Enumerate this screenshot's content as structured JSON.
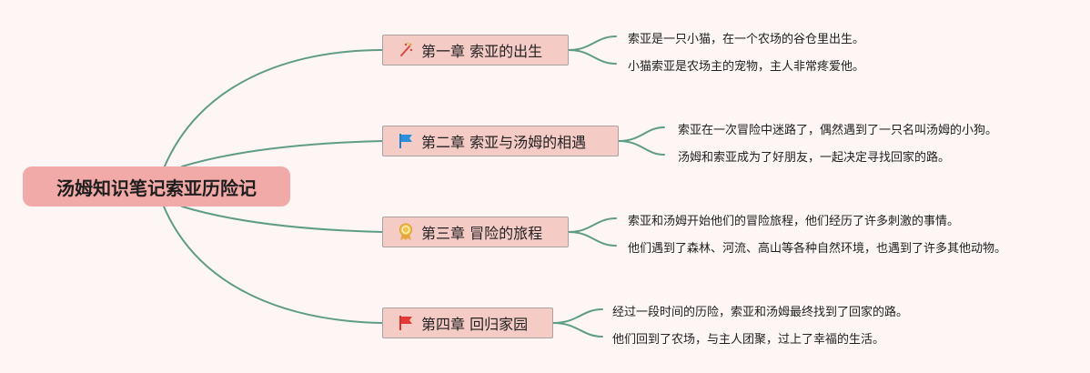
{
  "root": {
    "label": "汤姆知识笔记索亚历险记"
  },
  "chapters": [
    {
      "label": "第一章 索亚的出生",
      "icon": "sparkle-icon",
      "notes": [
        "索亚是一只小猫，在一个农场的谷仓里出生。",
        "小猫索亚是农场主的宠物，主人非常疼爱他。"
      ]
    },
    {
      "label": "第二章 索亚与汤姆的相遇",
      "icon": "blue-flag-icon",
      "notes": [
        "索亚在一次冒险中迷路了，偶然遇到了一只名叫汤姆的小狗。",
        "汤姆和索亚成为了好朋友，一起决定寻找回家的路。"
      ]
    },
    {
      "label": "第三章 冒险的旅程",
      "icon": "medal-icon",
      "notes": [
        "索亚和汤姆开始他们的冒险旅程，他们经历了许多刺激的事情。",
        "他们遇到了森林、河流、高山等各种自然环境，也遇到了许多其他动物。"
      ]
    },
    {
      "label": "第四章 回归家园",
      "icon": "red-flag-icon",
      "notes": [
        "经过一段时间的历险，索亚和汤姆最终找到了回家的路。",
        "他们回到了农场，与主人团聚，过上了幸福的生活。"
      ]
    }
  ],
  "colors": {
    "link": "#5f9c86",
    "root_fill": "#f2aaa8",
    "chapter_fill": "#f5cbc6"
  }
}
